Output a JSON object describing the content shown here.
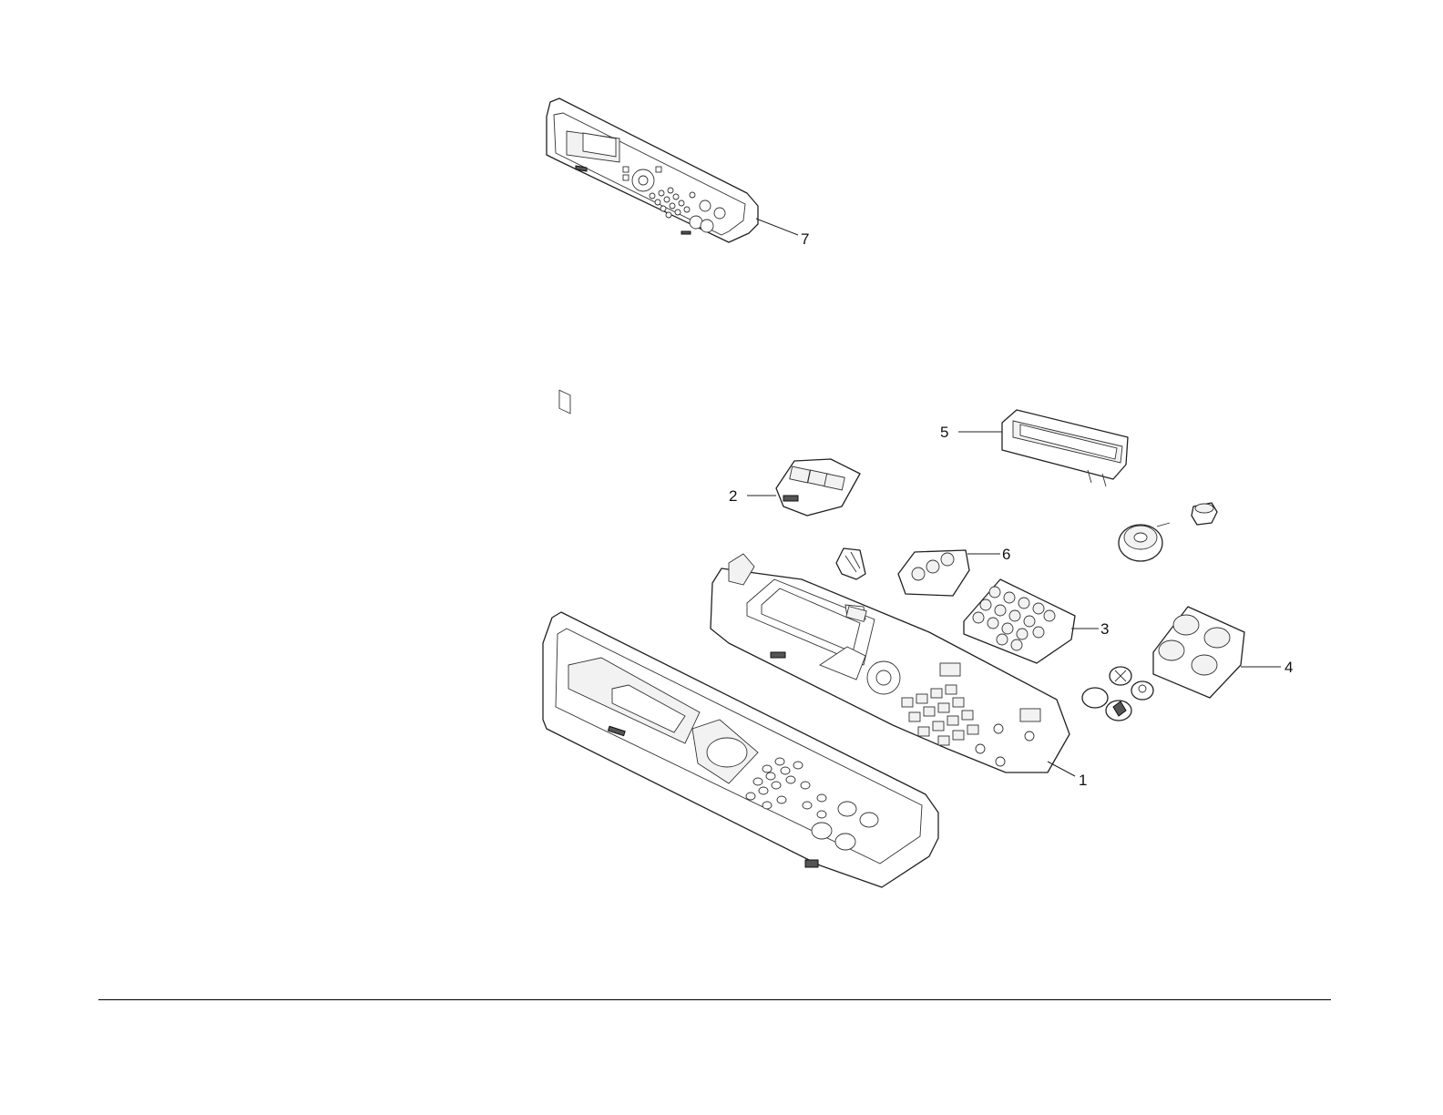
{
  "diagram": {
    "callouts": [
      {
        "id": "7",
        "label": "7"
      },
      {
        "id": "5",
        "label": "5"
      },
      {
        "id": "2",
        "label": "2"
      },
      {
        "id": "6",
        "label": "6"
      },
      {
        "id": "3",
        "label": "3"
      },
      {
        "id": "4",
        "label": "4"
      },
      {
        "id": "1",
        "label": "1"
      }
    ]
  }
}
